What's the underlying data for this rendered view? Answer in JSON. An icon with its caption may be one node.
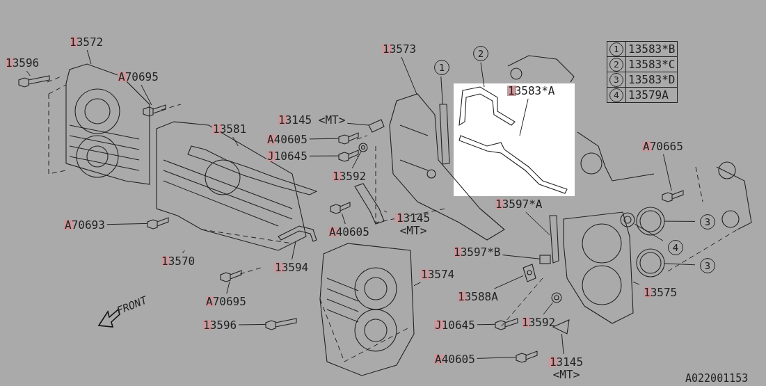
{
  "diagram": {
    "nodes": [
      {
        "text": [
          "13572"
        ]
      },
      {
        "text": [
          "13596"
        ]
      },
      {
        "text": [
          "A70695"
        ]
      },
      {
        "text": [
          "13573"
        ]
      },
      {
        "text": [
          "2"
        ]
      },
      {
        "text": [
          "1"
        ]
      },
      {
        "text": [
          "13583*A"
        ]
      },
      {
        "text": [
          "13581"
        ]
      },
      {
        "text": [
          "13145 <MT>"
        ]
      },
      {
        "text": [
          "A40605"
        ]
      },
      {
        "text": [
          "J10645"
        ]
      },
      {
        "text": [
          "13592"
        ]
      },
      {
        "text": [
          "A70665"
        ]
      },
      {
        "text": [
          "13597*A"
        ]
      },
      {
        "text": [
          "A70693"
        ]
      },
      {
        "text": [
          "13145 <MT>"
        ]
      },
      {
        "text": [
          "A40605"
        ]
      },
      {
        "text": [
          "13570"
        ]
      },
      {
        "text": [
          "13594"
        ]
      },
      {
        "text": [
          "3"
        ]
      },
      {
        "text": [
          "4"
        ]
      },
      {
        "text": [
          "3"
        ]
      },
      {
        "text": [
          "13597*B"
        ]
      },
      {
        "text": [
          "13574"
        ]
      },
      {
        "text": [
          "A70695"
        ]
      },
      {
        "text": [
          "13588A"
        ]
      },
      {
        "text": [
          "13575"
        ]
      },
      {
        "text": [
          "13596"
        ]
      },
      {
        "text": [
          "J10645"
        ]
      },
      {
        "text": [
          "13592"
        ]
      },
      {
        "text": [
          "A40605"
        ]
      },
      {
        "text": [
          "13145 <MT>"
        ]
      },
      {
        "text": [
          "1"
        ]
      },
      {
        "text": [
          "2"
        ]
      },
      {
        "text": [
          "3"
        ]
      },
      {
        "text": [
          "4"
        ]
      },
      {
        "text": [],
        "shape": "picture"
      },
      {
        "text": [],
        "shape": "picture"
      },
      {
        "text": [],
        "shape": "picture"
      },
      {
        "text": [],
        "shape": "picture"
      },
      {
        "text": [],
        "shape": "picture"
      },
      {
        "text": [],
        "shape": "picture"
      },
      {
        "text": [],
        "shape": "picture"
      },
      {
        "text": [],
        "shape": "picture"
      },
      {
        "text": [],
        "shape": "picture"
      },
      {
        "text": [],
        "shape": "picture"
      },
      {
        "text": [],
        "shape": "picture"
      },
      {
        "text": [],
        "shape": "picture"
      },
      {
        "text": [],
        "shape": "picture"
      },
      {
        "text": [],
        "shape": "picture"
      },
      {
        "text": [],
        "shape": "picture"
      },
      {
        "text": [],
        "shape": "picture"
      },
      {
        "text": [],
        "shape": "picture"
      },
      {
        "text": [],
        "shape": "picture"
      },
      {
        "text": [],
        "shape": "picture"
      },
      {
        "text": [],
        "shape": "picture"
      },
      {
        "text": [],
        "shape": "picture"
      },
      {
        "text": [],
        "shape": "picture"
      },
      {
        "text": [],
        "shape": "box"
      },
      {
        "text": [],
        "shape": "picture"
      },
      {
        "text": [],
        "shape": "picture"
      },
      {
        "text": [],
        "shape": "picture"
      },
      {
        "text": [],
        "shape": "picture"
      },
      {
        "text": [],
        "shape": "picture"
      },
      {
        "text": [],
        "shape": "picture"
      },
      {
        "text": [],
        "shape": "picture"
      },
      {
        "text": [],
        "shape": "picture"
      },
      {
        "text": [],
        "shape": "picture"
      }
    ],
    "edges": [
      {
        "from": 0,
        "to": 36,
        "arrow": "none"
      },
      {
        "from": 1,
        "to": 37,
        "arrow": "none"
      },
      {
        "from": 2,
        "to": 38,
        "arrow": "none"
      },
      {
        "from": 3,
        "to": 39,
        "arrow": "none"
      },
      {
        "from": 4,
        "to": 40,
        "arrow": "none"
      },
      {
        "from": 5,
        "to": 41,
        "arrow": "none"
      },
      {
        "from": 6,
        "to": 42,
        "arrow": "none"
      },
      {
        "from": 7,
        "to": 43,
        "arrow": "none"
      },
      {
        "from": 8,
        "to": 44,
        "arrow": "none"
      },
      {
        "from": 9,
        "to": 45,
        "arrow": "none"
      },
      {
        "from": 10,
        "to": 46,
        "arrow": "none"
      },
      {
        "from": 11,
        "to": 47,
        "arrow": "none"
      },
      {
        "from": 12,
        "to": 48,
        "arrow": "none"
      },
      {
        "from": 13,
        "to": 49,
        "arrow": "none"
      },
      {
        "from": 14,
        "to": 50,
        "arrow": "none"
      },
      {
        "from": 15,
        "to": 51,
        "arrow": "none"
      },
      {
        "from": 16,
        "to": 52,
        "arrow": "none"
      },
      {
        "from": 17,
        "to": 53,
        "arrow": "none"
      },
      {
        "from": 18,
        "to": 54,
        "arrow": "none"
      },
      {
        "from": 19,
        "to": 55,
        "arrow": "none"
      },
      {
        "from": 20,
        "to": 56,
        "arrow": "none"
      },
      {
        "from": 21,
        "to": 57,
        "arrow": "none"
      },
      {
        "from": 22,
        "to": 58,
        "arrow": "none"
      },
      {
        "from": 23,
        "to": 59,
        "arrow": "none"
      },
      {
        "from": 24,
        "to": 60,
        "arrow": "none"
      },
      {
        "from": 25,
        "to": 61,
        "arrow": "none"
      },
      {
        "from": 26,
        "to": 62,
        "arrow": "none"
      },
      {
        "from": 27,
        "to": 63,
        "arrow": "none"
      },
      {
        "from": 28,
        "to": 64,
        "arrow": "none"
      },
      {
        "from": 29,
        "to": 65,
        "arrow": "none"
      },
      {
        "from": 30,
        "to": 66,
        "arrow": "none"
      },
      {
        "from": 31,
        "to": 67,
        "arrow": "none"
      }
    ],
    "labels": [
      "13583*B",
      "13583*C",
      "13583*D",
      "13579A",
      "FRONT",
      "A022001153"
    ]
  }
}
